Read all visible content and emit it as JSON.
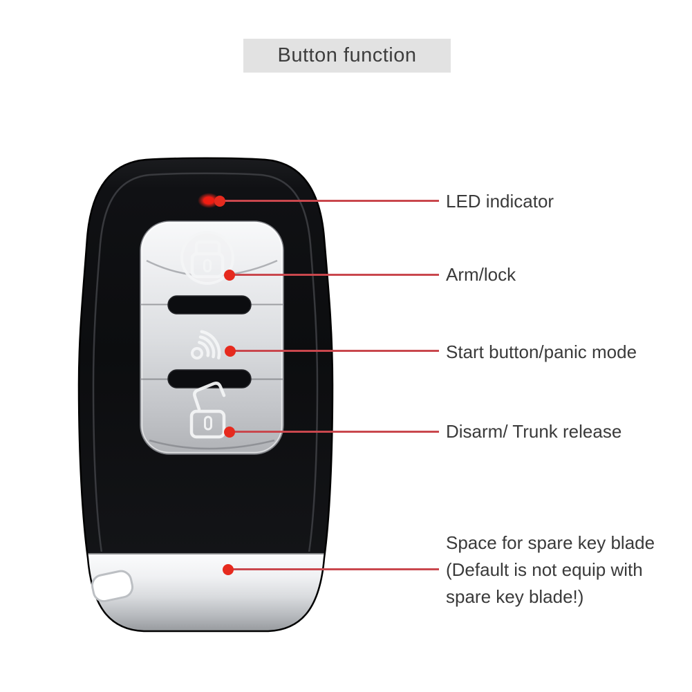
{
  "title": "Button function",
  "annotations": [
    {
      "id": "led",
      "label": "LED indicator"
    },
    {
      "id": "arm",
      "label": "Arm/lock"
    },
    {
      "id": "start",
      "label": "Start button/panic mode"
    },
    {
      "id": "disarm",
      "label": "Disarm/ Trunk release"
    },
    {
      "id": "spare-key",
      "label_lines": [
        "Space for spare key blade",
        "(Default is not equip with",
        "spare key blade!)"
      ]
    }
  ],
  "fob": {
    "icons": [
      {
        "name": "led-indicator-light"
      },
      {
        "name": "lock-icon"
      },
      {
        "name": "signal-icon"
      },
      {
        "name": "unlock-icon"
      }
    ],
    "button_count": "3"
  },
  "colors": {
    "leader_line": "#c9474d",
    "anchor_dot": "#e62a1e",
    "led_red": "#f5241a",
    "title_bg": "#e2e2e2",
    "title_text": "#3e3e3e",
    "label_text": "#3a3a3a",
    "fob_body": "#0c0d0f",
    "fob_panel_silver": "#dcdee1"
  }
}
